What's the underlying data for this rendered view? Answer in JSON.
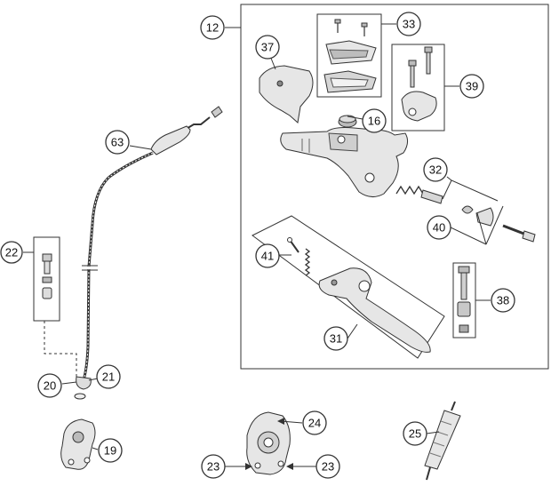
{
  "callouts": {
    "c12": "12",
    "c33": "33",
    "c37": "37",
    "c39": "39",
    "c16": "16",
    "c32": "32",
    "c40": "40",
    "c41": "41",
    "c38": "38",
    "c31": "31",
    "c63": "63",
    "c22": "22",
    "c20": "20",
    "c21": "21",
    "c19": "19",
    "c24": "24",
    "c23a": "23",
    "c23b": "23",
    "c25": "25"
  },
  "colors": {
    "line": "#333333",
    "part_fill": "#e6e6e6",
    "part_shade": "#bdbdbd",
    "part_dark": "#8a8a8a"
  }
}
